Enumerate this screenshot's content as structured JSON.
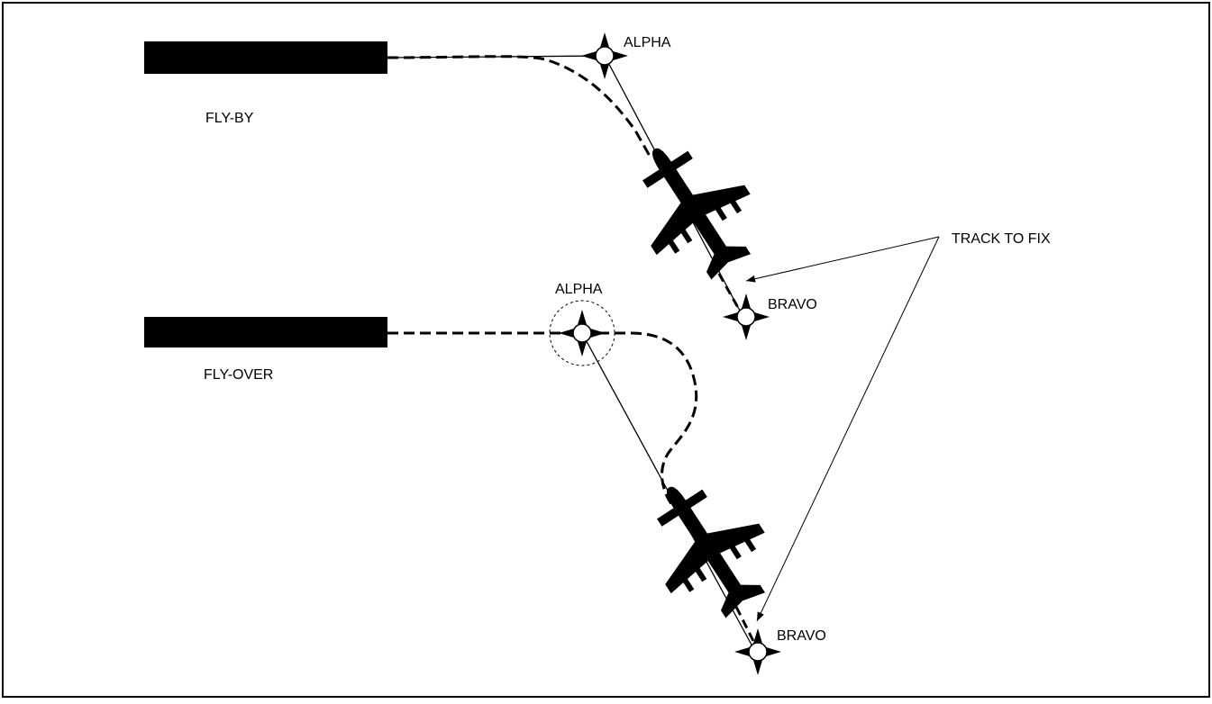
{
  "labels": {
    "fly_by": "FLY-BY",
    "fly_over": "FLY-OVER",
    "track_to_fix": "TRACK TO FIX",
    "waypoint_top_alpha": "ALPHA",
    "waypoint_top_bravo": "BRAVO",
    "waypoint_bottom_alpha": "ALPHA",
    "waypoint_bottom_bravo": "BRAVO"
  },
  "icons": {
    "waypoint": "waypoint-icon",
    "aircraft": "aircraft-icon"
  },
  "colors": {
    "ink": "#000000",
    "background": "#ffffff"
  }
}
